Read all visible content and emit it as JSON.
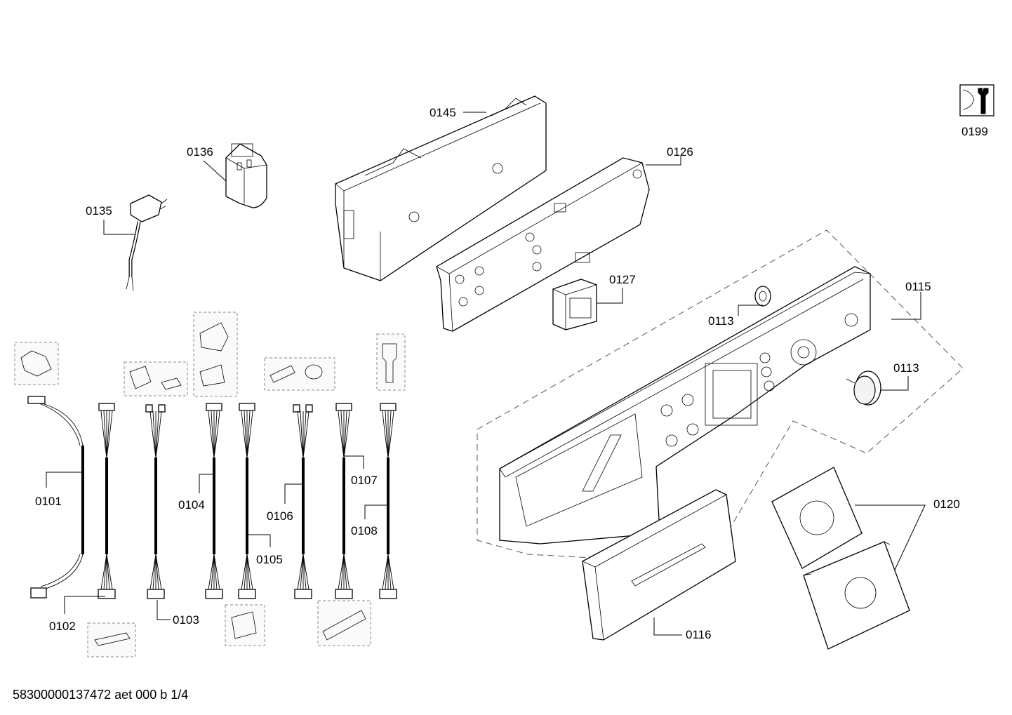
{
  "document": {
    "reference": "58300000137472 aet 000 b 1/4"
  },
  "service_icon": {
    "icon": "service-wrench-icon",
    "label": "0199"
  },
  "parts": [
    {
      "id": "p0145",
      "label": "0145"
    },
    {
      "id": "p0136",
      "label": "0136"
    },
    {
      "id": "p0135",
      "label": "0135"
    },
    {
      "id": "p0126",
      "label": "0126"
    },
    {
      "id": "p0127",
      "label": "0127"
    },
    {
      "id": "p0113a",
      "label": "0113"
    },
    {
      "id": "p0115",
      "label": "0115"
    },
    {
      "id": "p0113b",
      "label": "0113"
    },
    {
      "id": "p0120",
      "label": "0120"
    },
    {
      "id": "p0116",
      "label": "0116"
    },
    {
      "id": "p0101",
      "label": "0101"
    },
    {
      "id": "p0102",
      "label": "0102"
    },
    {
      "id": "p0103",
      "label": "0103"
    },
    {
      "id": "p0104",
      "label": "0104"
    },
    {
      "id": "p0105",
      "label": "0105"
    },
    {
      "id": "p0106",
      "label": "0106"
    },
    {
      "id": "p0107",
      "label": "0107"
    },
    {
      "id": "p0108",
      "label": "0108"
    }
  ]
}
